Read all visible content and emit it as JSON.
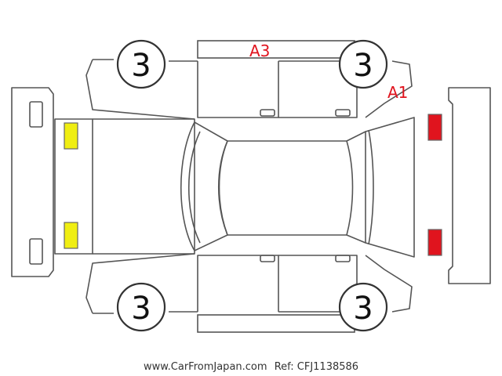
{
  "tires": {
    "front_left": "3",
    "rear_left": "3",
    "front_right": "3",
    "rear_right": "3"
  },
  "damage_codes": {
    "roof_side": "A3",
    "rear_quarter": "A1"
  },
  "markers": {
    "front_color": "#f0ee12",
    "rear_color": "#e0141e"
  },
  "footer": {
    "site": "www.CarFromJapan.com",
    "ref": "Ref: CFJ1138586"
  }
}
